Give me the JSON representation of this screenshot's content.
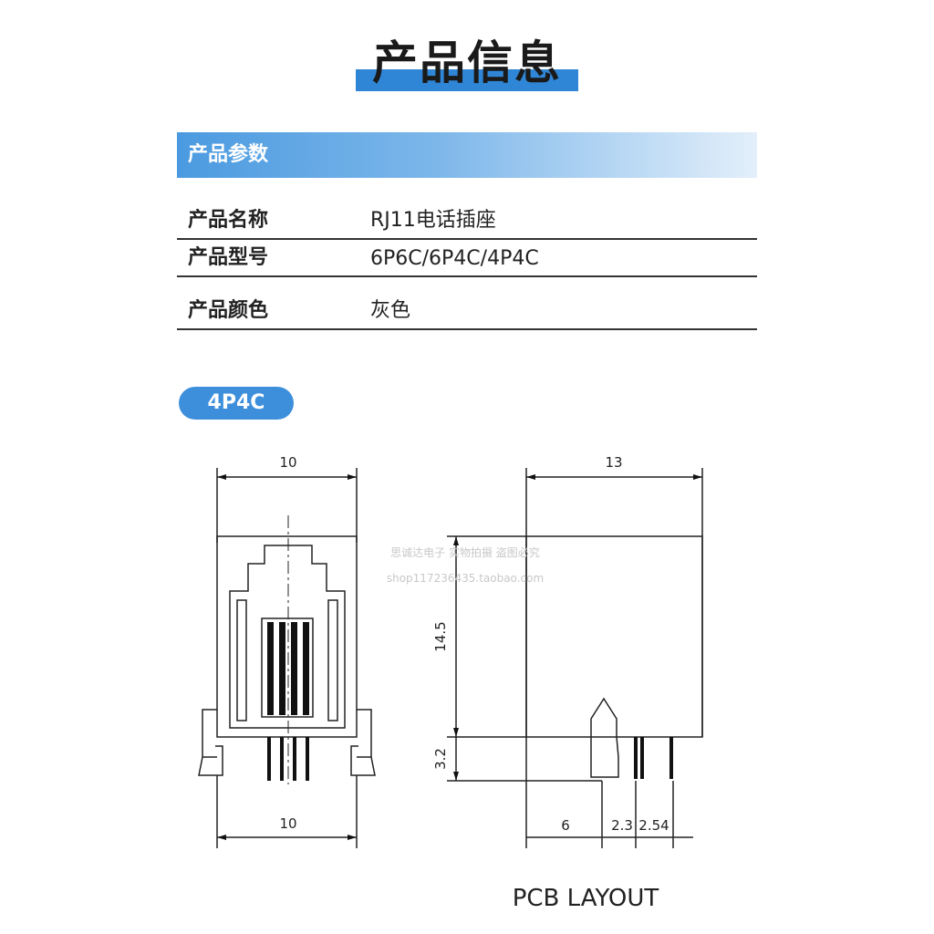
{
  "page": {
    "title": "产品信息"
  },
  "params": {
    "header": "产品参数",
    "rows": [
      {
        "label": "产品名称",
        "value": "RJ11电话插座"
      },
      {
        "label": "产品型号",
        "value": "6P6C/6P4C/4P4C"
      },
      {
        "label": "产品颜色",
        "value": "灰色"
      }
    ]
  },
  "variant": {
    "label": "4P4C"
  },
  "drawing": {
    "front_width_top": "10",
    "front_width_bottom": "10",
    "side_width": "13",
    "side_height": "14.5",
    "pin_length": "3.2",
    "pcb_offset": "6",
    "pcb_pitch_a": "2.3",
    "pcb_pitch_b": "2.54",
    "caption": "PCB LAYOUT"
  },
  "watermark": {
    "line1": "思诚达电子 实物拍摄 盗图必究",
    "line2": "shop117236435.taobao.com"
  }
}
